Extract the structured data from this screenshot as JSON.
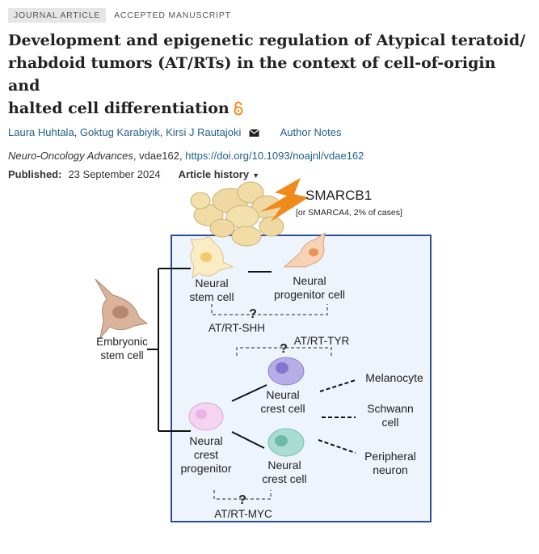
{
  "tags": {
    "journal": "JOURNAL ARTICLE",
    "status": "ACCEPTED MANUSCRIPT"
  },
  "article": {
    "title_line1": "Development and epigenetic regulation of Atypical teratoid/",
    "title_line2": "rhabdoid tumors (AT/RTs) in the context of cell-of-origin and",
    "title_line3": "halted cell differentiation",
    "authors": [
      "Laura Huhtala",
      "Goktug Karabiyik",
      "Kirsi J Rautajoki"
    ],
    "author_separator": ",",
    "author_notes": "Author Notes",
    "journal": "Neuro-Oncology Advances",
    "volume_id": ", vdae162, ",
    "doi": "https://doi.org/10.1093/noajnl/vdae162",
    "published_label": "Published:",
    "published_date": "23 September 2024",
    "history_label": "Article history"
  },
  "figure": {
    "gene": "SMARCB1",
    "gene_note": "[or SMARCA4, 2% of cases]",
    "embryonic": [
      "Embryonic",
      "stem cell"
    ],
    "neural_stem": [
      "Neural",
      "stem cell"
    ],
    "neural_progenitor": [
      "Neural",
      "progenitor cell"
    ],
    "group_shh": "AT/RT-SHH",
    "group_tyr": "AT/RT-TYR",
    "group_myc": "AT/RT-MYC",
    "question": "?",
    "neural_crest_upper": [
      "Neural",
      "crest cell"
    ],
    "neural_crest_lower": [
      "Neural",
      "crest cell"
    ],
    "neural_crest_progenitor": [
      "Neural",
      "crest",
      "progenitor"
    ],
    "melanocyte": "Melanocyte",
    "schwann": [
      "Schwann",
      "cell"
    ],
    "peripheral": [
      "Peripheral",
      "neuron"
    ]
  },
  "colors": {
    "link": "#1f5f8b",
    "box_fill": "#eef4fb",
    "box_stroke": "#2a4f9e",
    "lightning": "#f08a1c",
    "oa_icon": "#f08a1c"
  }
}
